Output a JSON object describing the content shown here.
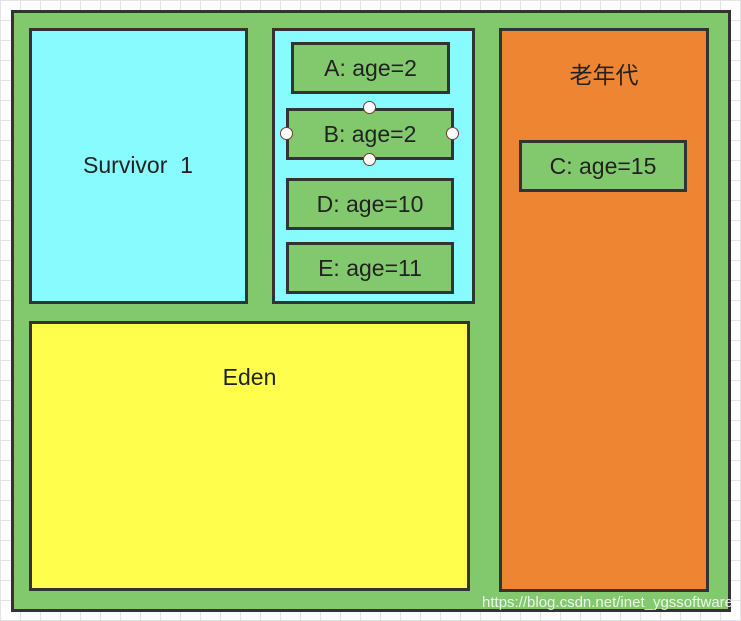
{
  "regions": {
    "survivor1": "Survivor  1",
    "eden": "Eden",
    "old_gen": "老年代"
  },
  "objects": {
    "a": "A: age=2",
    "b": "B: age=2",
    "d": "D: age=10",
    "e": "E: age=11",
    "c": "C: age=15"
  },
  "watermark": "https://blog.csdn.net/inet_ygssoftware",
  "colors": {
    "heap": "#82c96d",
    "survivor": "#88fbff",
    "eden": "#fffe4c",
    "old_gen": "#ee8532",
    "object": "#82c96d"
  }
}
